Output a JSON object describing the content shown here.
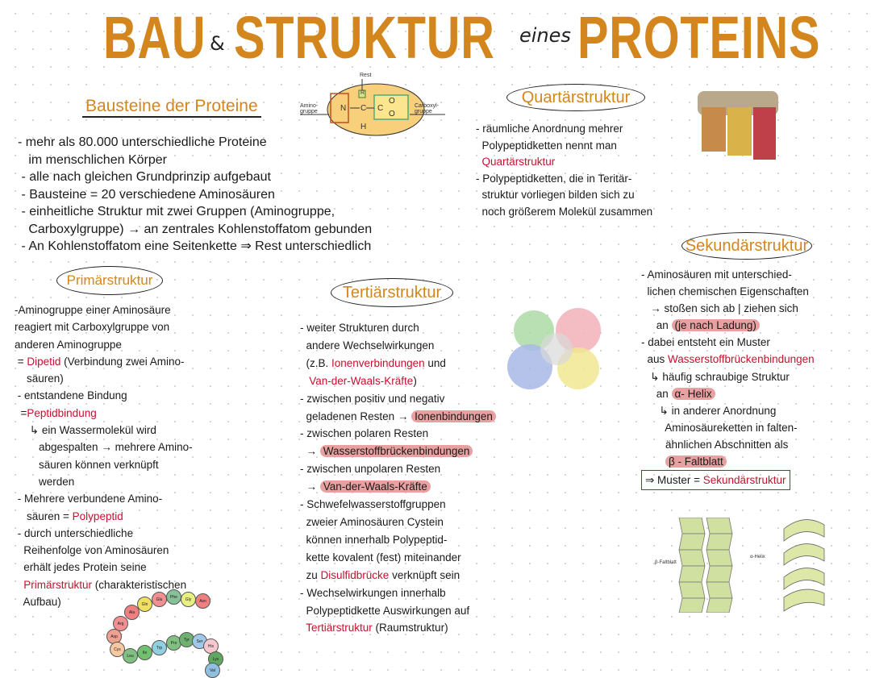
{
  "title": {
    "w1": "BAU",
    "amp": "&",
    "w2": "STRUKTUR",
    "eines": "eines",
    "w3": "PROTEINS"
  },
  "colors": {
    "accent": "#d4861e",
    "red": "#c8102e",
    "highlight": "#e9a0a0"
  },
  "headings": {
    "bausteine": "Bausteine der Proteine",
    "primaer": "Primärstruktur",
    "tertiaer": "Tertiärstruktur",
    "quartaer": "Quartärstruktur",
    "sekundaer": "Sekundärstruktur"
  },
  "molecule": {
    "rest": "Rest",
    "r": "R",
    "amino": "Amino-gruppe",
    "carboxyl": "Carboxyl-gruppe",
    "n": "N",
    "c1": "C",
    "c2": "C",
    "o1": "O",
    "o2": "O",
    "h": "H"
  },
  "images": {
    "beta": "β-Faltblatt",
    "alpha": "α-Helix"
  },
  "chain": [
    "Asn",
    "Gly",
    "Phe",
    "Glu",
    "Gln",
    "Ala",
    "Arg",
    "Asp",
    "Cys",
    "Leu",
    "Ile",
    "Trp",
    "Pro",
    "Tyr",
    "Ser",
    "His",
    "Lys",
    "Val"
  ],
  "blocks": {
    "bausteine": {
      "lines": [
        [
          {
            "t": "- mehr als 80.000 unterschiedliche Proteine",
            "s": ""
          }
        ],
        [
          {
            "t": "   im menschlichen Körper",
            "s": ""
          }
        ],
        [
          {
            "t": " - alle nach gleichen Grundprinzip aufgebaut",
            "s": ""
          }
        ],
        [
          {
            "t": " - Bausteine = 20 verschiedene Aminosäuren",
            "s": ""
          }
        ],
        [
          {
            "t": " - einheitliche Struktur mit zwei Gruppen (Aminogruppe,",
            "s": ""
          }
        ],
        [
          {
            "t": "   Carboxylgruppe) → an zentrales Kohlenstoffatom gebunden",
            "s": ""
          }
        ],
        [
          {
            "t": " - An Kohlenstoffatom eine Seitenkette ⇒ Rest unterschiedlich",
            "s": ""
          }
        ]
      ]
    },
    "primaer": {
      "lines": [
        [
          {
            "t": "-Aminogruppe einer Aminosäure",
            "s": ""
          }
        ],
        [
          {
            "t": "reagiert mit Carboxylgruppe von",
            "s": ""
          }
        ],
        [
          {
            "t": "anderen Aminogruppe",
            "s": ""
          }
        ],
        [
          {
            "t": " = ",
            "s": ""
          },
          {
            "t": "Dipetid",
            "s": "red"
          },
          {
            "t": " (Verbindung zwei Amino-",
            "s": ""
          }
        ],
        [
          {
            "t": "    säuren)",
            "s": ""
          }
        ],
        [
          {
            "t": " - entstandene Bindung",
            "s": ""
          }
        ],
        [
          {
            "t": "  =",
            "s": ""
          },
          {
            "t": "Peptidbindung",
            "s": "red"
          }
        ],
        [
          {
            "t": "     ↳ ein Wassermolekül wird",
            "s": ""
          }
        ],
        [
          {
            "t": "        abgespalten → mehrere Amino-",
            "s": ""
          }
        ],
        [
          {
            "t": "        säuren können verknüpft",
            "s": ""
          }
        ],
        [
          {
            "t": "        werden",
            "s": ""
          }
        ],
        [
          {
            "t": " - Mehrere verbundene Amino-",
            "s": ""
          }
        ],
        [
          {
            "t": "    säuren = ",
            "s": ""
          },
          {
            "t": "Polypeptid",
            "s": "red"
          }
        ],
        [
          {
            "t": " - durch unterschiedliche",
            "s": ""
          }
        ],
        [
          {
            "t": "   Reihenfolge von Aminosäuren",
            "s": ""
          }
        ],
        [
          {
            "t": "   erhält jedes Protein seine",
            "s": ""
          }
        ],
        [
          {
            "t": "   ",
            "s": ""
          },
          {
            "t": "Primärstruktur",
            "s": "red"
          },
          {
            "t": " (charakteristischen",
            "s": ""
          }
        ],
        [
          {
            "t": "   Aufbau)",
            "s": ""
          }
        ]
      ]
    },
    "tertiaer": {
      "lines": [
        [
          {
            "t": "- weiter Strukturen durch",
            "s": ""
          }
        ],
        [
          {
            "t": "  andere Wechselwirkungen",
            "s": ""
          }
        ],
        [
          {
            "t": "  (z.B. ",
            "s": ""
          },
          {
            "t": "Ionenverbindungen",
            "s": "red"
          },
          {
            "t": " und",
            "s": ""
          }
        ],
        [
          {
            "t": "   ",
            "s": ""
          },
          {
            "t": "Van-der-Waals-Kräfte",
            "s": "red"
          },
          {
            "t": ")",
            "s": ""
          }
        ],
        [
          {
            "t": "- zwischen positiv und negativ",
            "s": ""
          }
        ],
        [
          {
            "t": "  geladenen Resten → ",
            "s": ""
          },
          {
            "t": "Ionenbindungen",
            "s": "hl"
          }
        ],
        [
          {
            "t": "- zwischen polaren Resten",
            "s": ""
          }
        ],
        [
          {
            "t": "  → ",
            "s": ""
          },
          {
            "t": "Wasserstoffbrückenbindungen",
            "s": "hl"
          }
        ],
        [
          {
            "t": "- zwischen unpolaren Resten",
            "s": ""
          }
        ],
        [
          {
            "t": "  → ",
            "s": ""
          },
          {
            "t": "Van-der-Waals-Kräfte",
            "s": "hl"
          }
        ],
        [
          {
            "t": "- Schwefelwasserstoffgruppen",
            "s": ""
          }
        ],
        [
          {
            "t": "  zweier Aminosäuren Cystein",
            "s": ""
          }
        ],
        [
          {
            "t": "  können innerhalb Polypeptid-",
            "s": ""
          }
        ],
        [
          {
            "t": "  kette kovalent (fest) miteinander",
            "s": ""
          }
        ],
        [
          {
            "t": "  zu ",
            "s": ""
          },
          {
            "t": "Disulfidbrücke",
            "s": "red"
          },
          {
            "t": " verknüpft sein",
            "s": ""
          }
        ],
        [
          {
            "t": "- Wechselwirkungen innerhalb",
            "s": ""
          }
        ],
        [
          {
            "t": "  Polypeptidkette Auswirkungen auf",
            "s": ""
          }
        ],
        [
          {
            "t": "  ",
            "s": ""
          },
          {
            "t": "Tertiärstruktur",
            "s": "red"
          },
          {
            "t": " (Raumstruktur)",
            "s": ""
          }
        ]
      ]
    },
    "quartaer": {
      "lines": [
        [
          {
            "t": "- räumliche Anordnung mehrer",
            "s": ""
          }
        ],
        [
          {
            "t": "  Polypeptidketten nennt man",
            "s": ""
          }
        ],
        [
          {
            "t": "  ",
            "s": ""
          },
          {
            "t": "Quartärstruktur",
            "s": "red"
          }
        ],
        [
          {
            "t": "- Polypeptidketten, die in Teritär-",
            "s": ""
          }
        ],
        [
          {
            "t": "  struktur vorliegen bilden sich zu",
            "s": ""
          }
        ],
        [
          {
            "t": "  noch größerem Molekül zusammen",
            "s": ""
          }
        ]
      ]
    },
    "sekundaer": {
      "lines": [
        [
          {
            "t": "- Aminosäuren mit unterschied-",
            "s": ""
          }
        ],
        [
          {
            "t": "  lichen chemischen Eigenschaften",
            "s": ""
          }
        ],
        [
          {
            "t": "   → stoßen sich ab | ziehen sich",
            "s": ""
          }
        ],
        [
          {
            "t": "     an ",
            "s": ""
          },
          {
            "t": "(je nach Ladung)",
            "s": "hl"
          }
        ],
        [
          {
            "t": "- dabei entsteht ein Muster",
            "s": ""
          }
        ],
        [
          {
            "t": "  aus ",
            "s": ""
          },
          {
            "t": "Wasserstoffbrückenbindungen",
            "s": "red"
          }
        ],
        [
          {
            "t": "   ↳ häufig schraubige Struktur",
            "s": ""
          }
        ],
        [
          {
            "t": "     an ",
            "s": ""
          },
          {
            "t": "α- Helix",
            "s": "hl"
          }
        ],
        [
          {
            "t": "      ↳ in anderer Anordnung",
            "s": ""
          }
        ],
        [
          {
            "t": "        Aminosäureketten in falten-",
            "s": ""
          }
        ],
        [
          {
            "t": "        ähnlichen Abschnitten als",
            "s": ""
          }
        ],
        [
          {
            "t": "        ",
            "s": ""
          },
          {
            "t": "β - Faltblatt",
            "s": "hl"
          }
        ],
        [
          {
            "t": "⇒ Muster = ",
            "s": "box-start"
          },
          {
            "t": "Sekundärstruktur",
            "s": "box-red"
          }
        ]
      ]
    }
  }
}
